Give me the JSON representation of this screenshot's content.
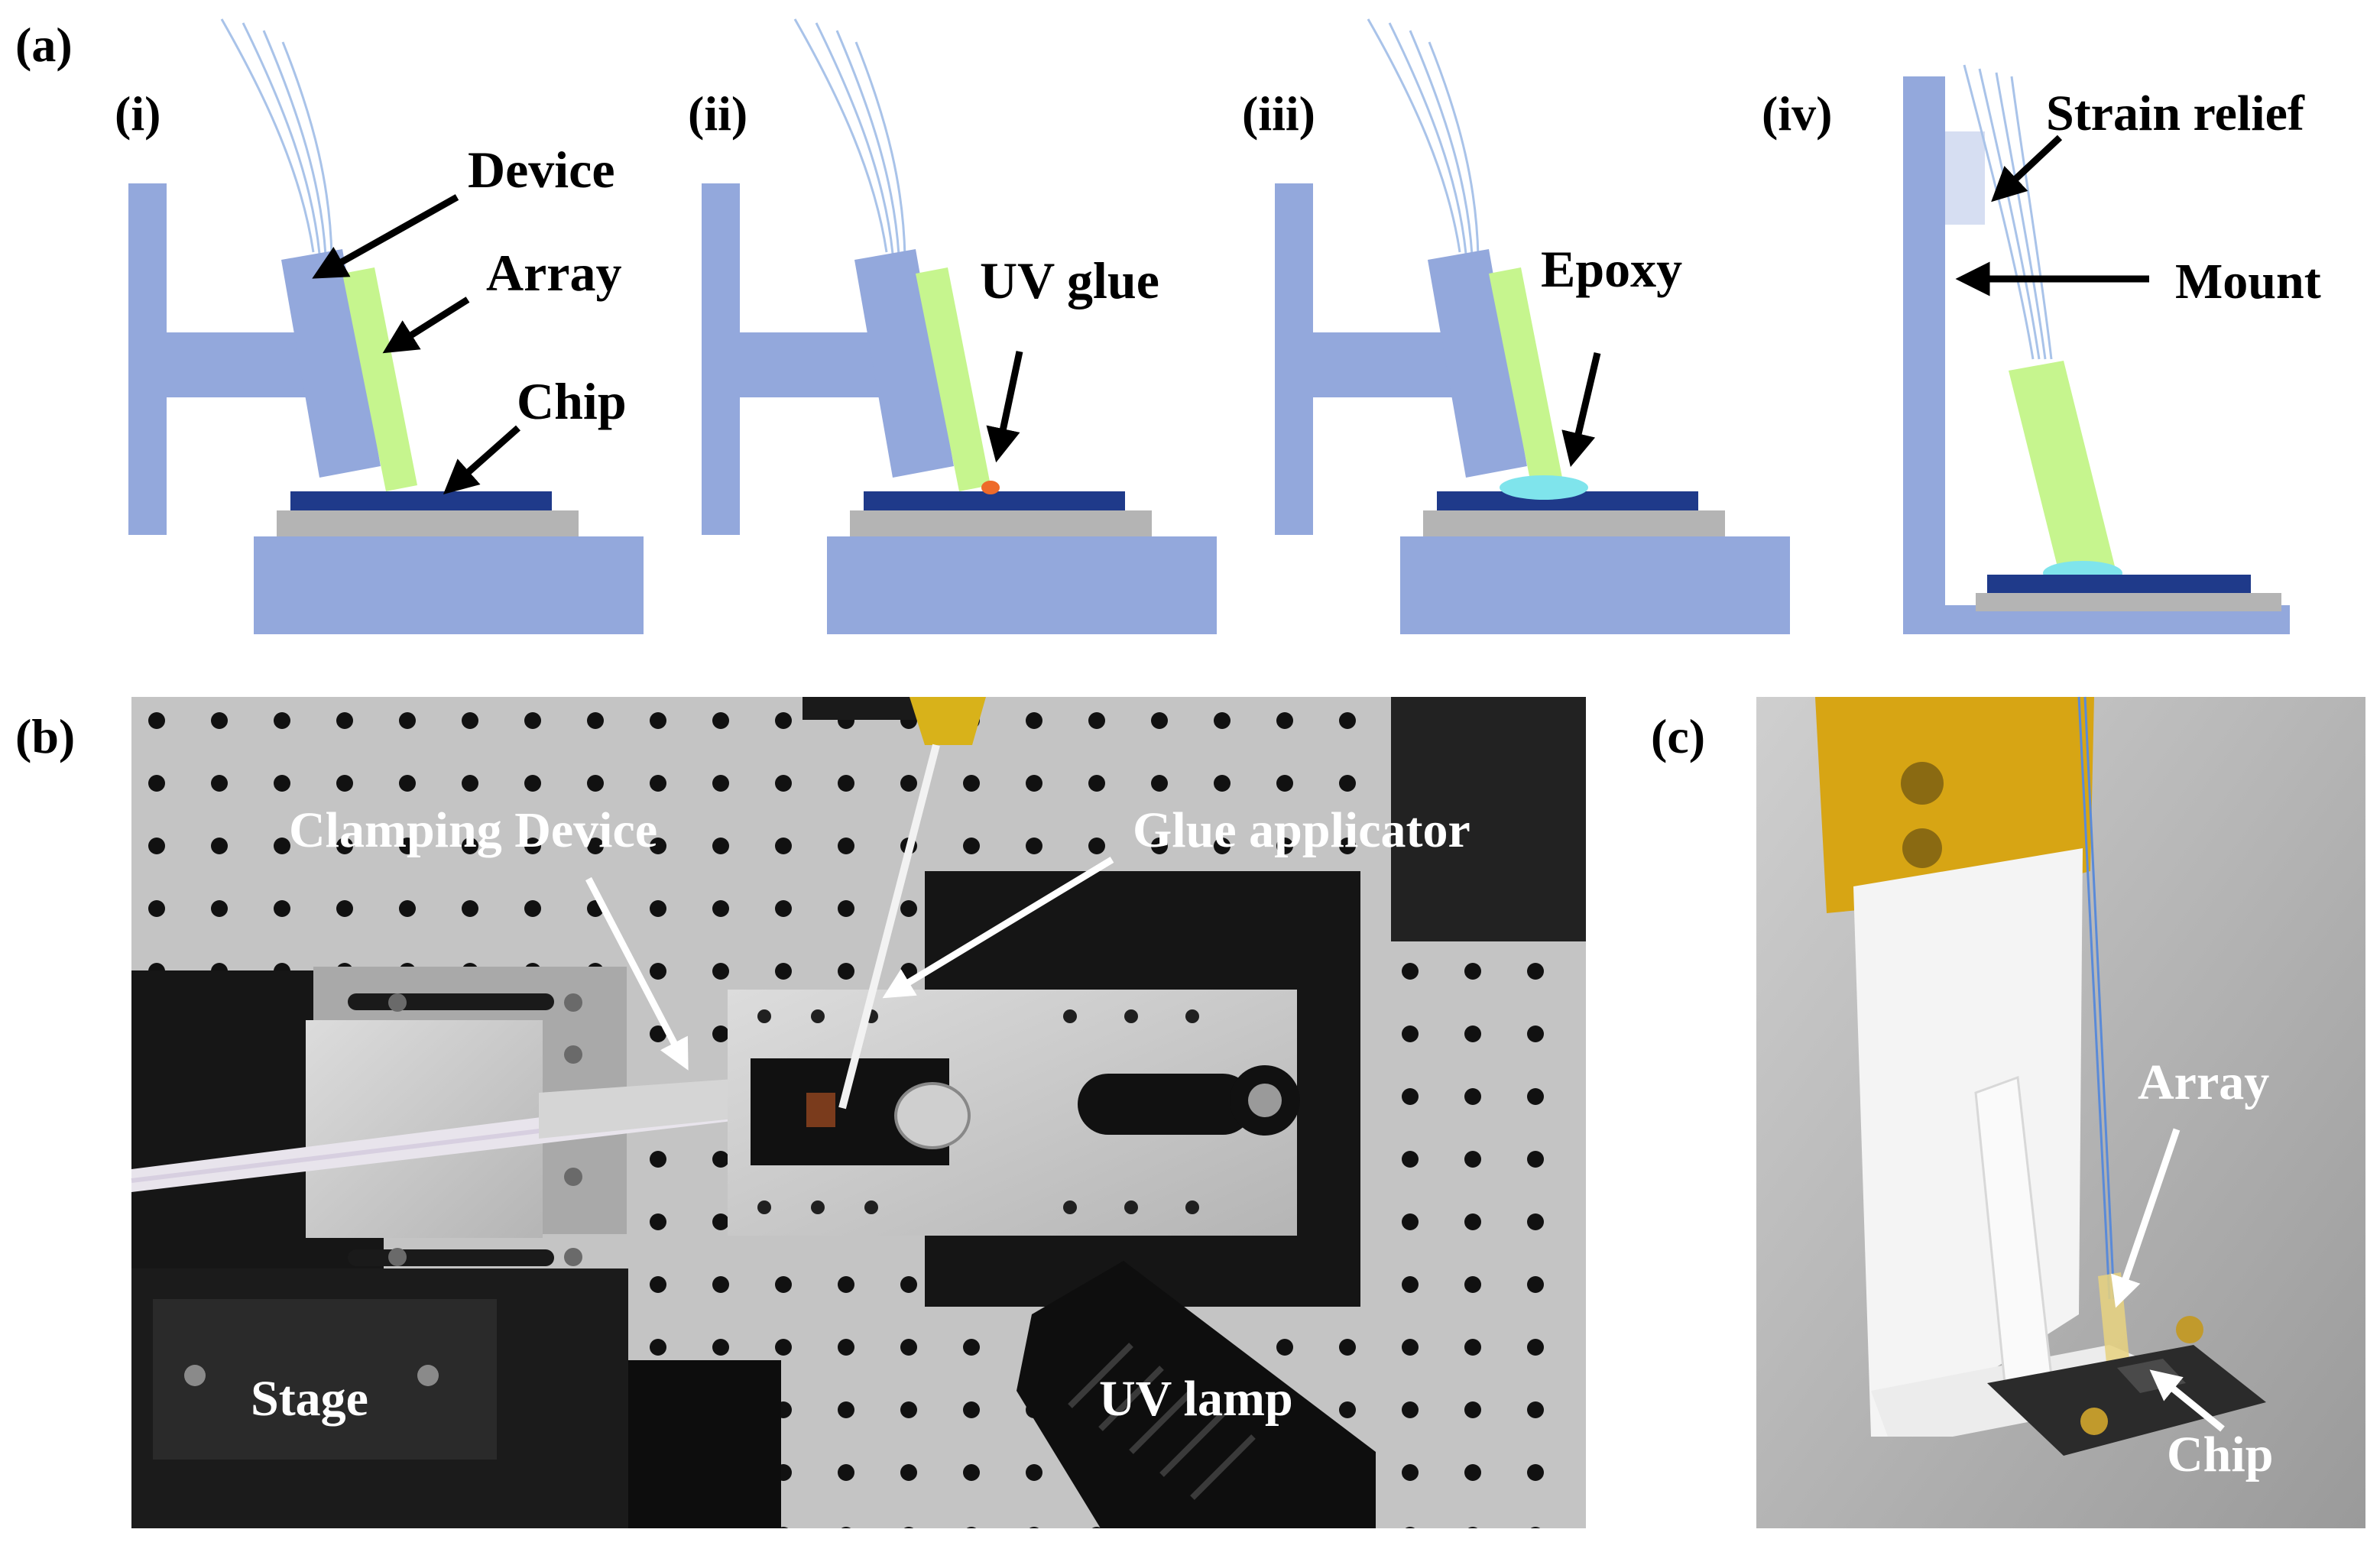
{
  "panel_a": {
    "label": "(a)",
    "steps": [
      "(i)",
      "(ii)",
      "(iii)",
      "(iv)"
    ],
    "step1": {
      "device": "Device",
      "array": "Array",
      "chip": "Chip"
    },
    "step2": {
      "uv_glue": "UV glue"
    },
    "step3": {
      "epoxy": "Epoxy"
    },
    "step4": {
      "strain_relief": "Strain relief",
      "mount": "Mount"
    }
  },
  "panel_b": {
    "label": "(b)",
    "clamping_device": "Clamping Device",
    "glue_applicator": "Glue applicator",
    "stage": "Stage",
    "uv_lamp": "UV lamp"
  },
  "panel_c": {
    "label": "(c)",
    "array": "Array",
    "chip": "Chip"
  },
  "colors": {
    "mount_blue": "#93a8dc",
    "array_green": "#c6f58e",
    "chip_navy": "#1f3a8a",
    "substrate_gray": "#b4b4b4",
    "uv_glue_orange": "#ee6a2a",
    "epoxy_cyan": "#7fe4ec",
    "fiber_blue": "#a9c3e9"
  }
}
